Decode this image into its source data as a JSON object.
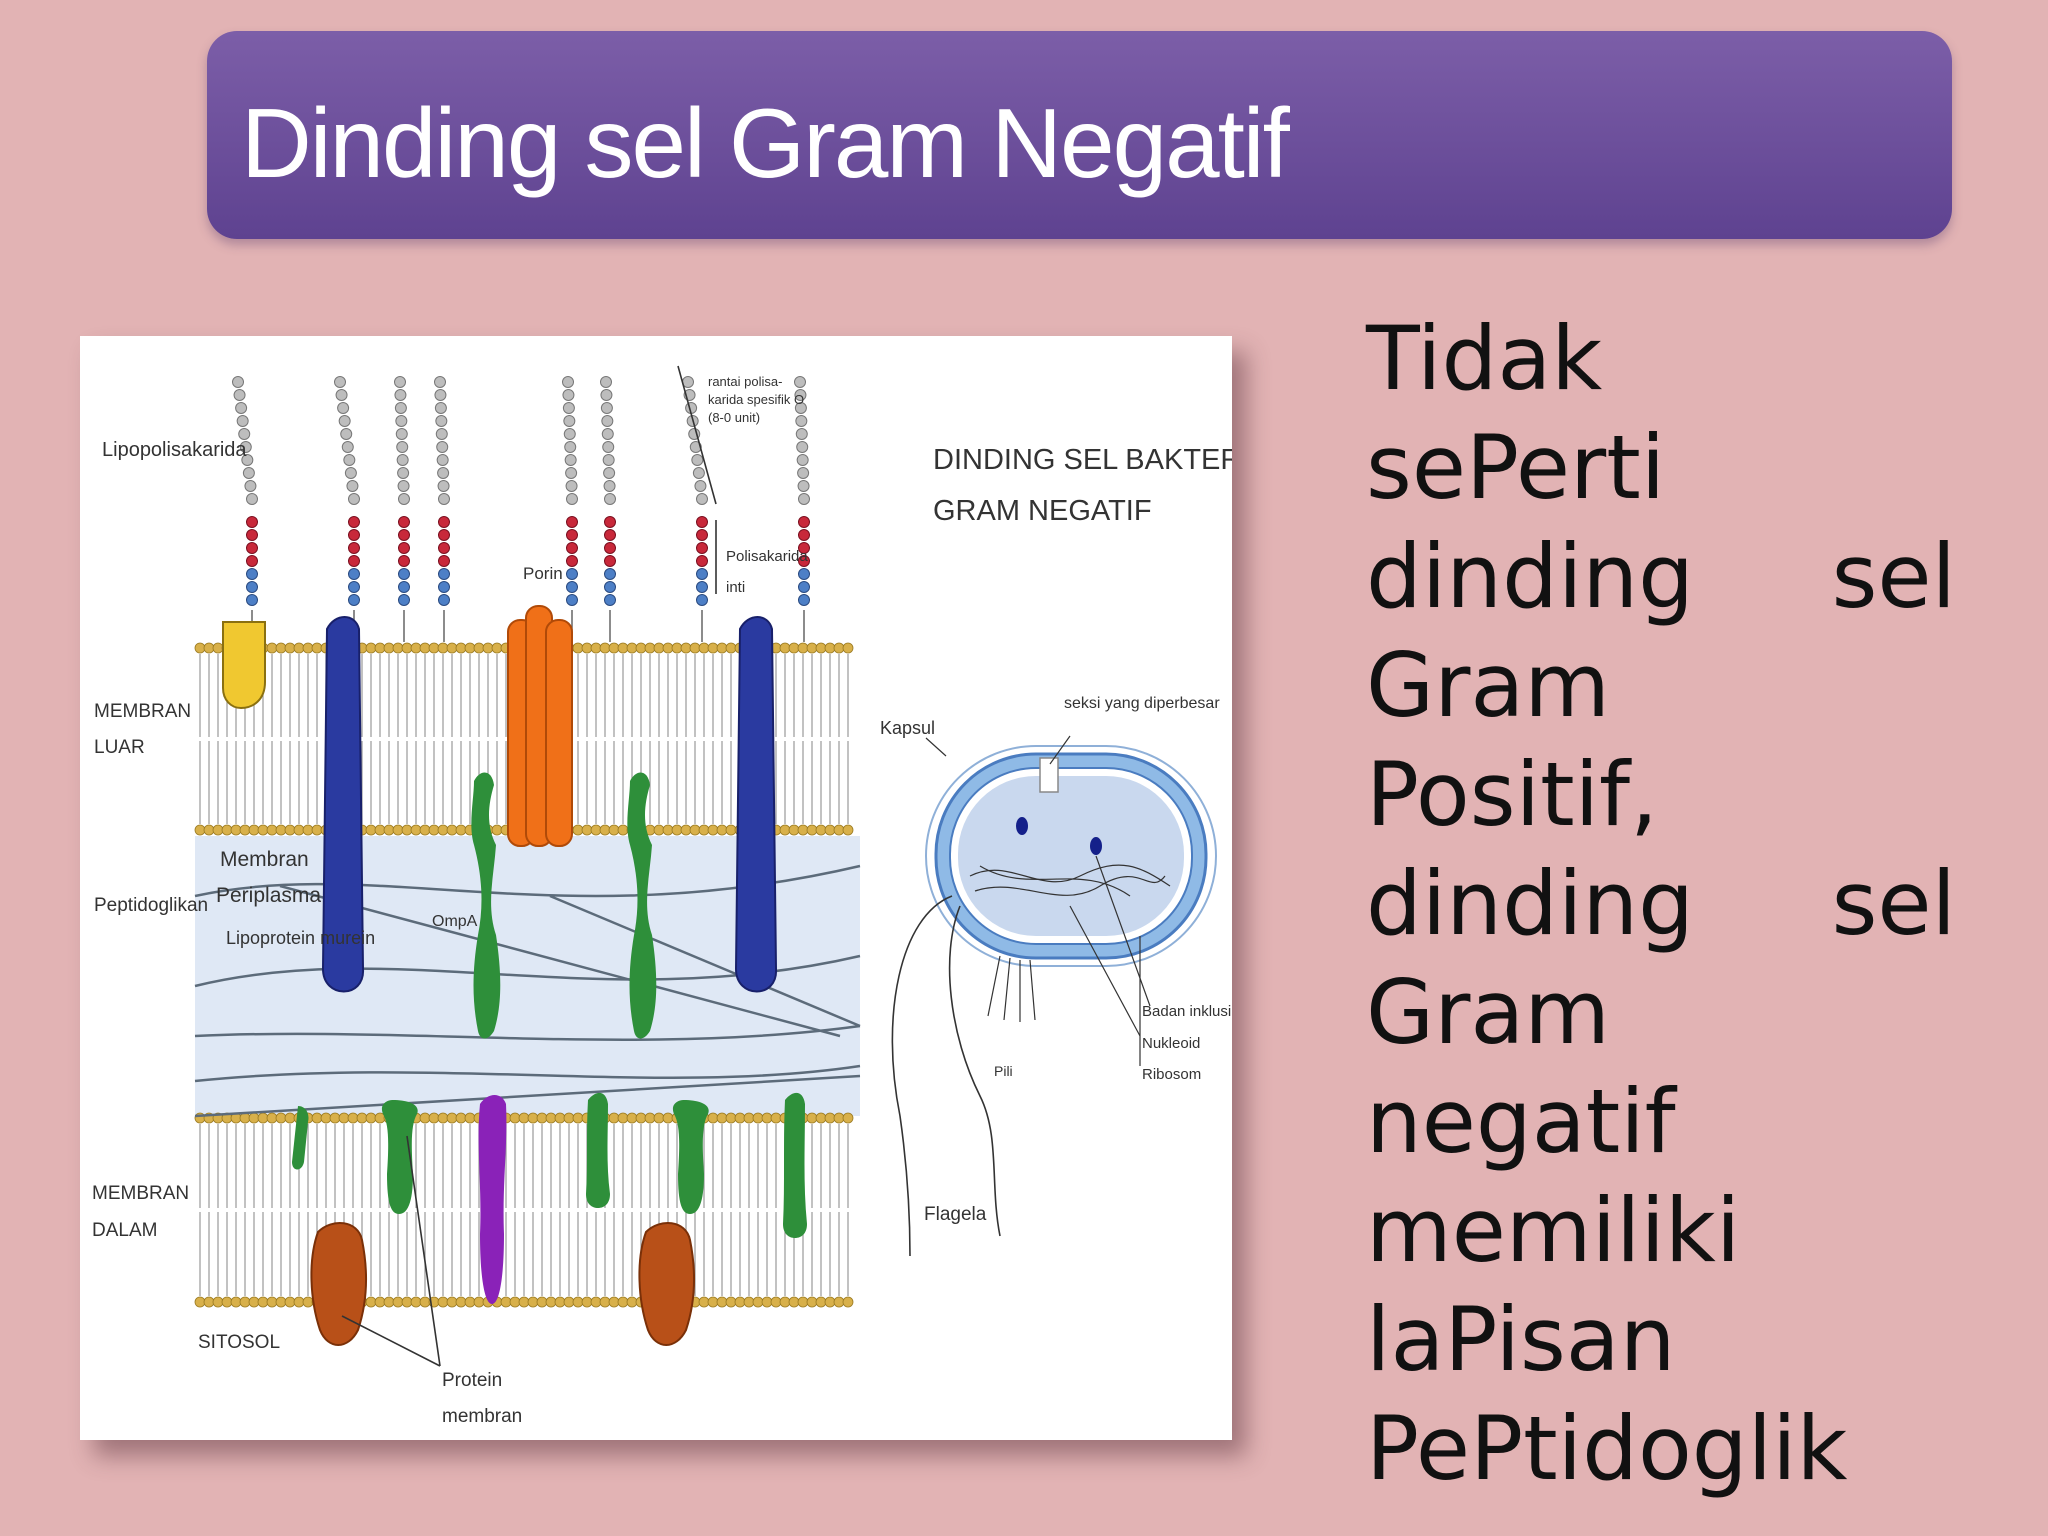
{
  "slide": {
    "title": "Dinding sel Gram Negatif",
    "body_lines": [
      [
        "Tidak"
      ],
      [
        "sePerti"
      ],
      [
        "dinding",
        "sel"
      ],
      [
        "Gram"
      ],
      [
        "Positif,"
      ],
      [
        "dinding",
        "sel"
      ],
      [
        "Gram"
      ],
      [
        "negatif"
      ],
      [
        "memiliki"
      ],
      [
        "laPisan"
      ],
      [
        "PePtidoglik"
      ]
    ]
  },
  "diagram": {
    "heading_line1": "DINDING SEL BAKTERI",
    "heading_line2": "GRAM NEGATIF",
    "labels": {
      "lipopolisakarida": "Lipopolisakarida",
      "rantai_line1": "rantai polisa-",
      "rantai_line2": "karida spesifik O",
      "rantai_line3": "(8-0 unit)",
      "polisakarida_line1": "Polisakarida",
      "polisakarida_line2": "inti",
      "porin": "Porin",
      "membran_luar_line1": "MEMBRAN",
      "membran_luar_line2": "LUAR",
      "membran_periplasma_line1": "Membran",
      "membran_periplasma_line2": "Periplasma",
      "lipoprotein": "Lipoprotein murein",
      "peptidoglikan": "Peptidoglikan",
      "ompa": "OmpA",
      "membran_dalam_line1": "MEMBRAN",
      "membran_dalam_line2": "DALAM",
      "sitosol": "SITOSOL",
      "protein_line1": "Protein",
      "protein_line2": "membran",
      "kapsul": "Kapsul",
      "seksi": "seksi yang diperbesar",
      "pili": "Pili",
      "badan_inklusi": "Badan inklusi",
      "nukleoid": "Nukleoid",
      "ribosom": "Ribosom",
      "flagela": "Flagela"
    },
    "colors": {
      "lipid_head": "#d8b04a",
      "o_chain": "#bdbdbd",
      "core_red": "#c8283a",
      "core_blue": "#4d7fc6",
      "porin": "#f07018",
      "lipoprotein_blue": "#2a3aa0",
      "ompa_green": "#2e8f3a",
      "purple_protein": "#8a22b8",
      "brown_protein": "#b85018",
      "yellow_protein": "#f0c830",
      "periplasm": "#dfe8f5"
    }
  }
}
